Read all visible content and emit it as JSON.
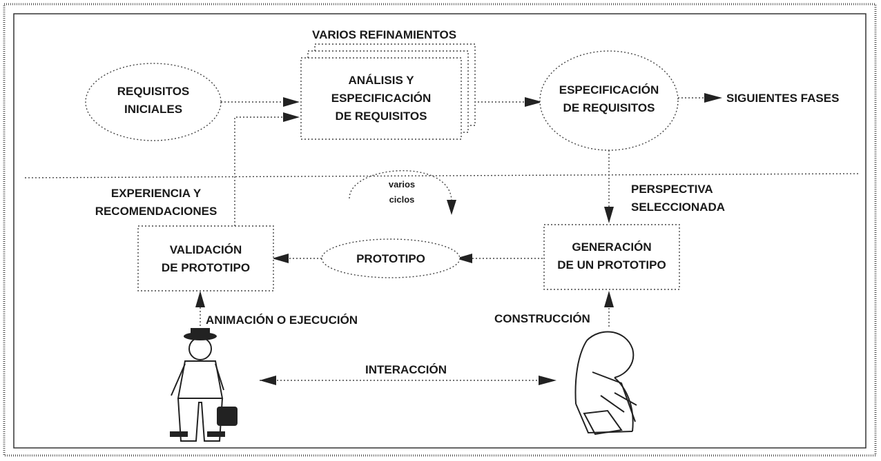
{
  "diagram": {
    "nodes": {
      "requisitos_iniciales": [
        "REQUISITOS",
        "INICIALES"
      ],
      "analisis": [
        "ANÁLISIS Y",
        "ESPECIFICACIÓN",
        "DE REQUISITOS"
      ],
      "especificacion": [
        "ESPECIFICACIÓN",
        "DE REQUISITOS"
      ],
      "validacion": [
        "VALIDACIÓN",
        "DE PROTOTIPO"
      ],
      "prototipo": "PROTOTIPO",
      "generacion": [
        "GENERACIÓN",
        "DE UN PROTOTIPO"
      ]
    },
    "labels": {
      "varios_refinamientos": "VARIOS REFINAMIENTOS",
      "siguientes_fases": "SIGUIENTES FASES",
      "experiencia": [
        "EXPERIENCIA Y",
        "RECOMENDACIONES"
      ],
      "perspectiva": [
        "PERSPECTIVA",
        "SELECCIONADA"
      ],
      "varios_ciclos": [
        "varios",
        "ciclos"
      ],
      "animacion": "ANIMACIÓN O EJECUCIÓN",
      "construccion": "CONSTRUCCIÓN",
      "interaccion": "INTERACCIÓN"
    },
    "icons": [
      "user-figure-icon",
      "developer-figure-icon"
    ]
  }
}
